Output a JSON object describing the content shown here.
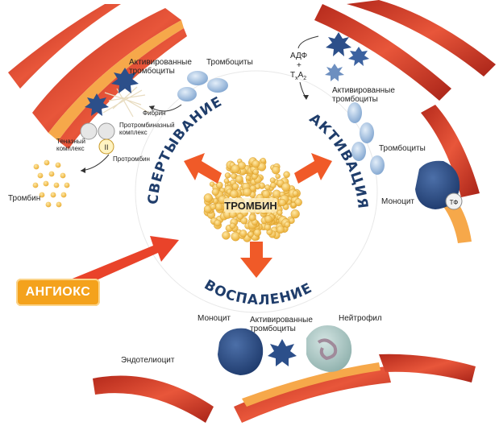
{
  "center_label": "ТРОМБИН",
  "processes": {
    "coagulation": "СВЕРТЫВАНИЕ",
    "activation": "АКТИВАЦИЯ",
    "inflammation": "ВОСПАЛЕНИЕ"
  },
  "drug_label": "АНГИОКС",
  "coagulation_panel": {
    "activated_platelets": "Активированные тромбоциты",
    "platelets": "Тромбоциты",
    "fibrin": "Фибрин",
    "prothrombinase_complex_line1": "Протромбиназный",
    "prothrombinase_complex_line2": "комплекс",
    "tenase_complex_line1": "Теназный",
    "tenase_complex_line2": "комплекс",
    "factor_ii": "II",
    "prothrombin": "Протромбин",
    "thrombin": "Тромбин"
  },
  "activation_panel": {
    "adp": "АДФ",
    "plus": "+",
    "txa2": "TxA2",
    "activated_platelets": "Активированные тромбоциты",
    "platelets": "Тромбоциты",
    "monocyte": "Моноцит",
    "tissue_factor": "ТФ"
  },
  "inflammation_panel": {
    "monocyte": "Моноцит",
    "activated_platelets": "Активированные тромбоциты",
    "neutrophil": "Нейтрофил",
    "endotheliocyte": "Эндотелиоцит"
  },
  "colors": {
    "arrow": "#f05a28",
    "vessel": "#d9412a",
    "platelet": "#8fb3d9",
    "activated_platelet": "#2c4f8a",
    "thrombin": "#f5c04a",
    "title_text": "#1f3d6b",
    "drug_box": "#f4a21c"
  }
}
